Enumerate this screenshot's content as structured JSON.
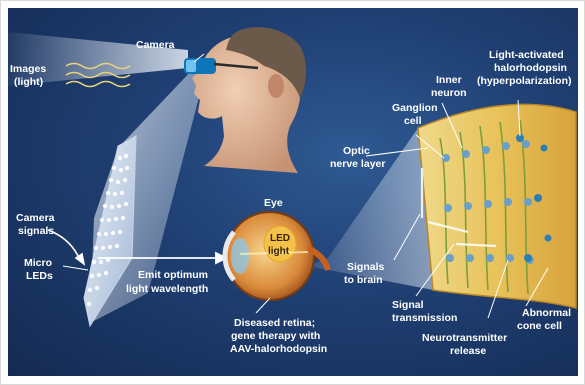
{
  "diagram": {
    "labels": {
      "images_1": "Images",
      "images_2": "(light)",
      "camera": "Camera",
      "camera_signals_1": "Camera",
      "camera_signals_2": "signals",
      "micro_leds_1": "Micro",
      "micro_leds_2": "LEDs",
      "emit_1": "Emit optimum",
      "emit_2": "light wavelength",
      "eye": "Eye",
      "led_light_1": "LED",
      "led_light_2": "light",
      "diseased_1": "Diseased retina;",
      "diseased_2": "gene therapy with",
      "diseased_3": "AAV-halorhodopsin",
      "optic_1": "Optic",
      "optic_2": "nerve layer",
      "ganglion_1": "Ganglion",
      "ganglion_2": "cell",
      "inner_1": "Inner",
      "inner_2": "neuron",
      "halo_1": "Light-activated",
      "halo_2": "halorhodopsin",
      "halo_3": "(hyperpolarization)",
      "signals_brain_1": "Signals",
      "signals_brain_2": "to brain",
      "signal_trans_1": "Signal",
      "signal_trans_2": "transmission",
      "abnormal_1": "Abnormal",
      "abnormal_2": "cone cell",
      "neuro_1": "Neurotransmitter",
      "neuro_2": "release"
    },
    "colors": {
      "background": "#1f3f72",
      "label": "#ffffff",
      "retina_band": "#e8c25a",
      "eye_iris": "#c9601c",
      "led_light": "#f2c24a"
    }
  }
}
